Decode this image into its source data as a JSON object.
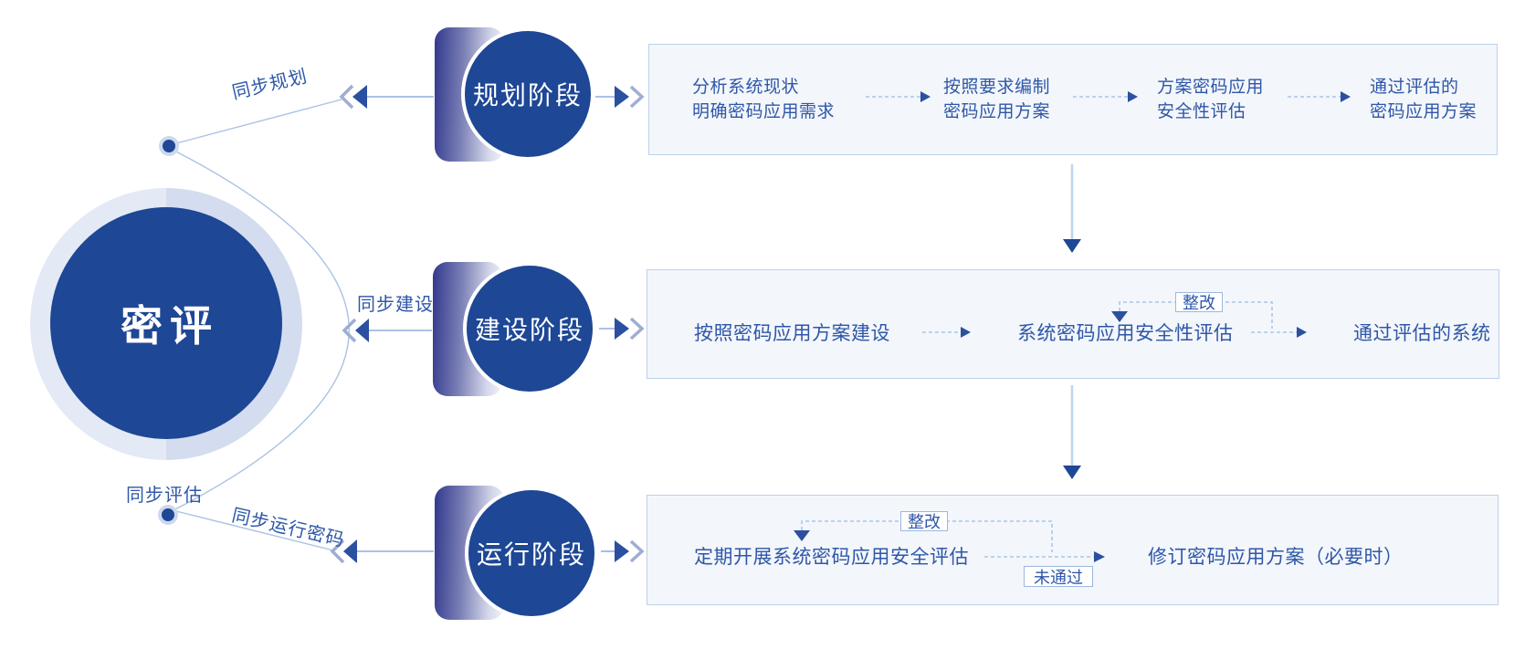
{
  "hub": {
    "label": "密评"
  },
  "sync_labels": {
    "planning": "同步规划",
    "construction": "同步建设",
    "evaluation": "同步评估",
    "operation": "同步运行密码"
  },
  "stages": [
    {
      "label": "规划阶段",
      "steps": [
        "分析系统现状\n明确密码应用需求",
        "按照要求编制\n密码应用方案",
        "方案密码应用\n安全性评估",
        "通过评估的\n密码应用方案"
      ]
    },
    {
      "label": "建设阶段",
      "steps": [
        "按照密码应用方案建设",
        "系统密码应用安全性评估",
        "通过评估的系统"
      ],
      "loop_label": "整改"
    },
    {
      "label": "运行阶段",
      "steps": [
        "定期开展系统密码应用安全评估",
        "修订密码应用方案（必要时）"
      ],
      "loop_label": "整改",
      "fail_label": "未通过"
    }
  ],
  "colors": {
    "primary": "#1e4795",
    "indigo": "#32398d",
    "text_blue": "#2e57a8",
    "dashed": "#a9c6e8",
    "thin_line": "#90aedd",
    "arc_line": "#a9c2e4",
    "box_bg": "#f3f6fb",
    "box_border": "#bdd0ea",
    "ring_light": "#e4e9f6",
    "ring_dark": "#d4dcef",
    "triangle": "#2b50a0",
    "chevron_light": "#9fadd3",
    "vertical_line": "#bcd5ef"
  }
}
